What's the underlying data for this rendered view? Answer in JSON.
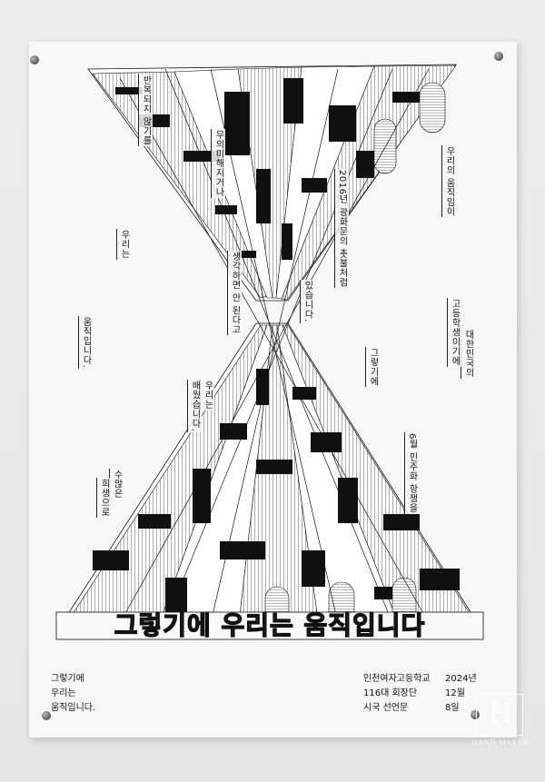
{
  "poster": {
    "vertical_texts": [
      "반복되지 않기를",
      "우리는",
      "움직입니다.",
      "무의미해지거나",
      "2016년 광화문의 촛불처럼",
      "생각하면 안 된다고",
      "있습니다.",
      "우리의 움직임이",
      "대한민국의",
      "고등학생이기에",
      "그렇기에",
      "우리는",
      "배웠습니다.",
      "수많은",
      "희생으로",
      "6월 민주화 항쟁을"
    ],
    "headline": "그렇기에 우리는 움직입니다",
    "bottom_left": [
      "그렇기에",
      "우리는",
      "움직입니다."
    ],
    "bottom_mid": [
      "인천여자고등학교",
      "116대 회장단",
      "시국 선언문"
    ],
    "bottom_right": [
      "2024년",
      "12월",
      "8일"
    ]
  },
  "watermark": {
    "letter": "H",
    "caption": "HAND MAKER"
  }
}
